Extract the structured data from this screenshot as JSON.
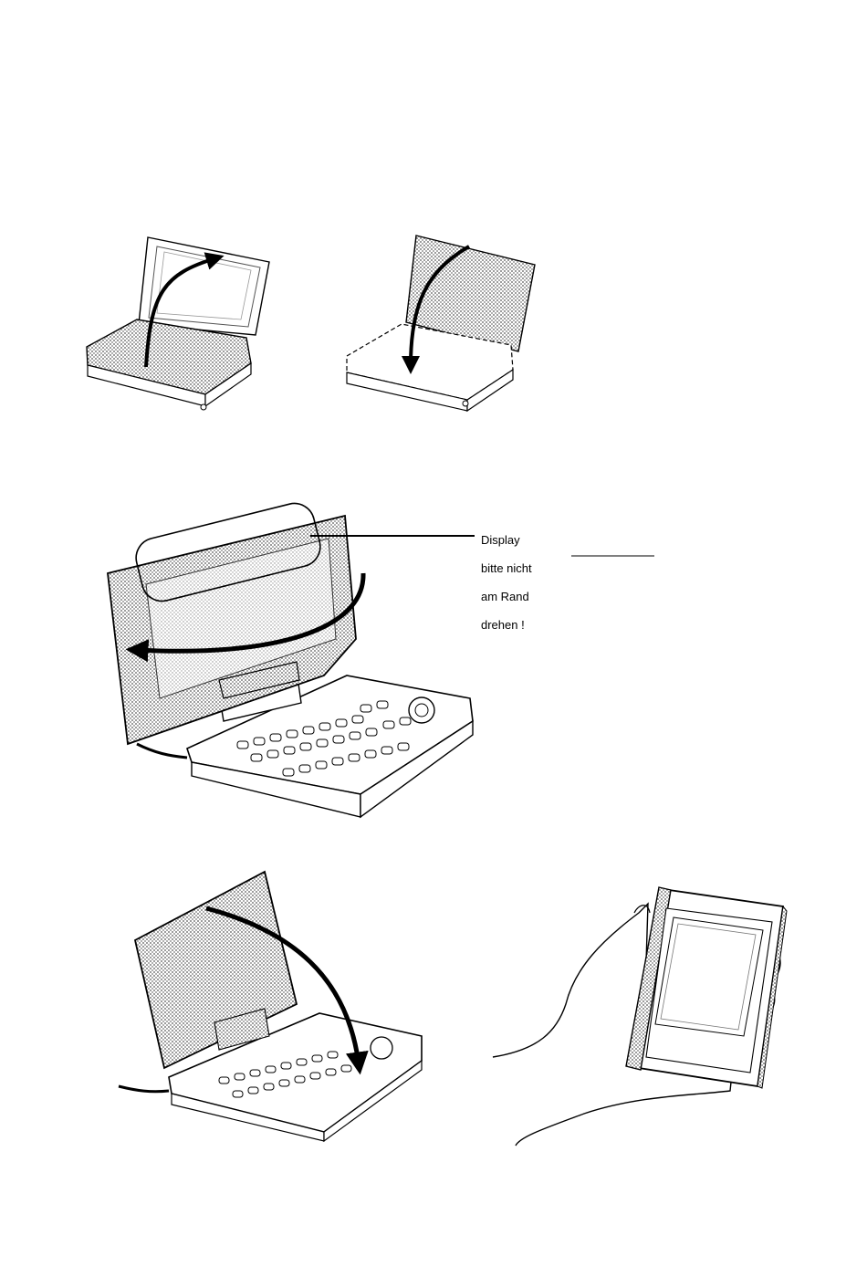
{
  "callout": {
    "lines": [
      "Display",
      "bitte nicht",
      "am Rand",
      "drehen !"
    ]
  },
  "colors": {
    "ink": "#000000",
    "shade": "#8c8c8c",
    "paper": "#ffffff"
  },
  "figures": [
    {
      "name": "step-open-display"
    },
    {
      "name": "step-close-display"
    },
    {
      "name": "step-rotate-display"
    },
    {
      "name": "step-fold-display-over-keyboard"
    },
    {
      "name": "device-held-in-hand"
    }
  ]
}
